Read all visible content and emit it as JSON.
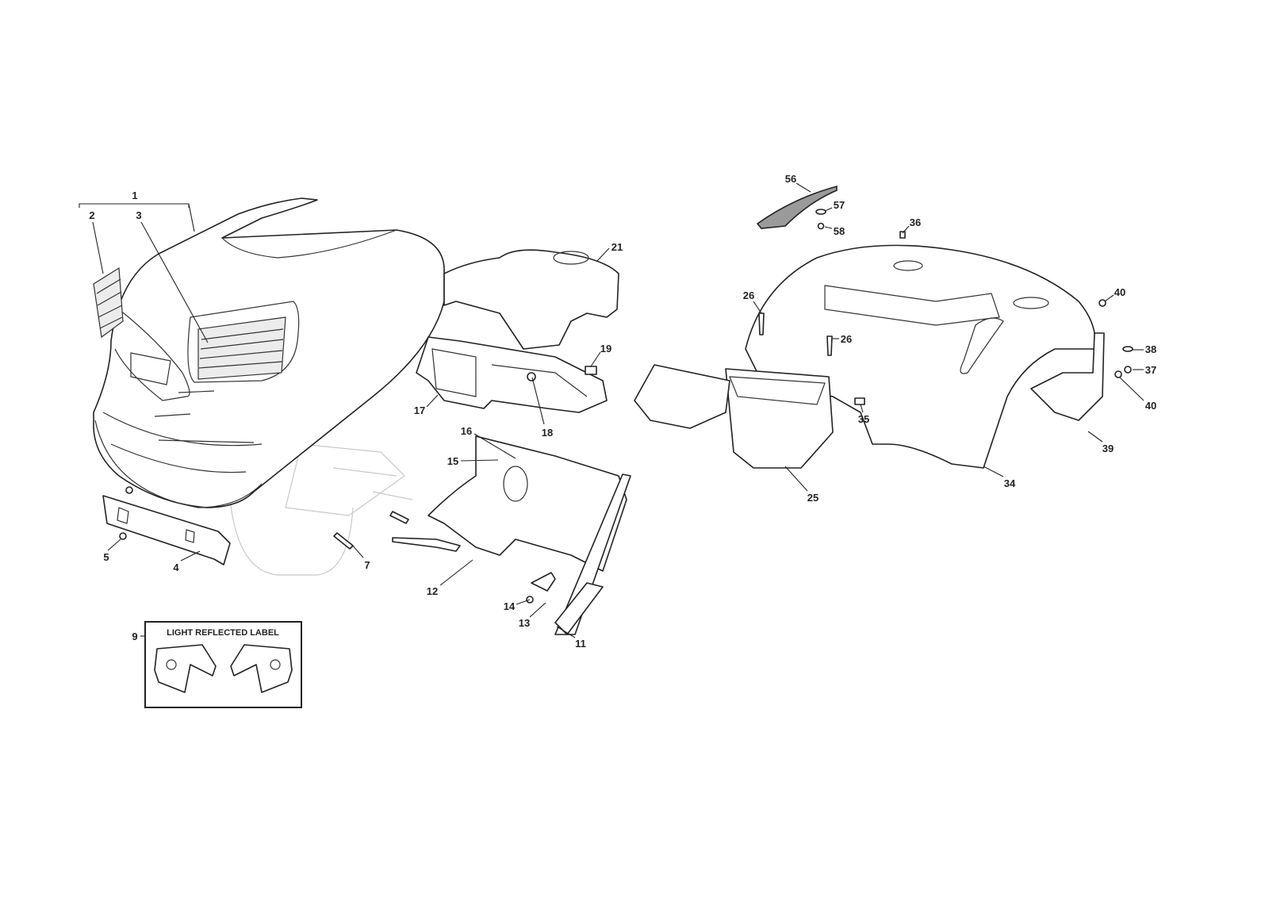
{
  "diagram": {
    "label_box_title": "LIGHT REFLECTED LABEL",
    "callouts": {
      "c1": "1",
      "c2": "2",
      "c3": "3",
      "c4": "4",
      "c5": "5",
      "c7": "7",
      "c9": "9",
      "c11": "11",
      "c12": "12",
      "c13": "13",
      "c14": "14",
      "c15": "15",
      "c16": "16",
      "c17": "17",
      "c18": "18",
      "c19": "19",
      "c21": "21",
      "c25": "25",
      "c26a": "26",
      "c26b": "26",
      "c34": "34",
      "c35": "35",
      "c36": "36",
      "c37": "37",
      "c38": "38",
      "c39": "39",
      "c40a": "40",
      "c40b": "40",
      "c56": "56",
      "c57": "57",
      "c58": "58"
    }
  }
}
